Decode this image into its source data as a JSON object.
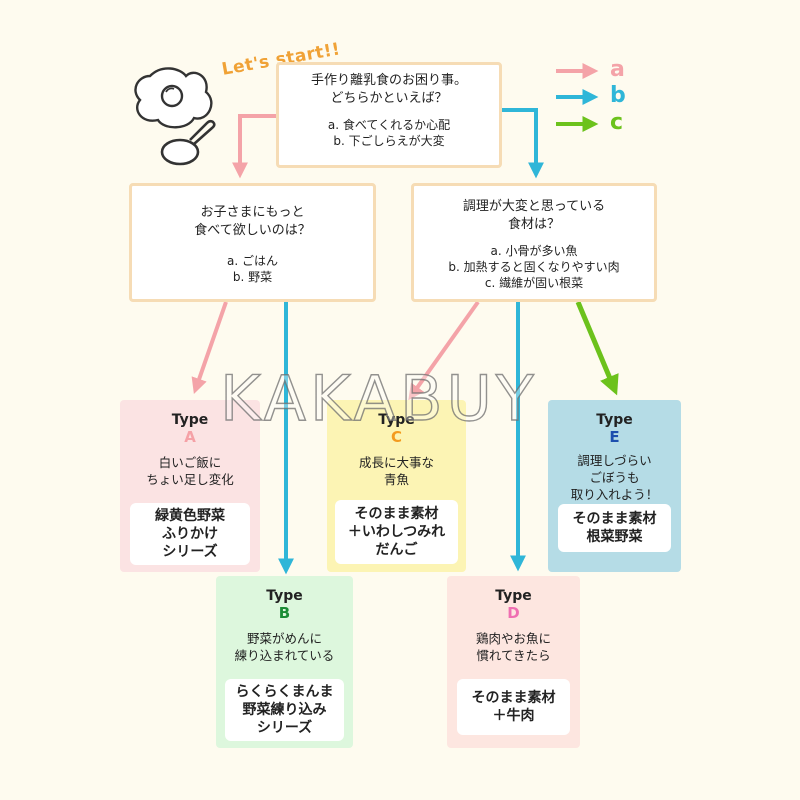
{
  "start_label": "Let's start!!",
  "legend": [
    {
      "letter": "a",
      "color": "#f4a3a8"
    },
    {
      "letter": "b",
      "color": "#2fb6d8"
    },
    {
      "letter": "c",
      "color": "#6cc21c"
    }
  ],
  "q1": {
    "title_lines": [
      "手作り離乳食のお困り事。",
      "どちらかといえば？"
    ],
    "options": [
      "a. 食べてくれるか心配",
      "b. 下ごしらえが大変"
    ]
  },
  "q2": {
    "title_lines": [
      "お子さまにもっと",
      "食べて欲しいのは？"
    ],
    "options": [
      "a. ごはん",
      "b. 野菜"
    ]
  },
  "q3": {
    "title_lines": [
      "調理が大変と思っている",
      "食材は？"
    ],
    "options": [
      "a. 小骨が多い魚",
      "b. 加熱すると固くなりやすい肉",
      "c. 繊維が固い根菜"
    ]
  },
  "type_label": "Type",
  "types": {
    "A": {
      "letter": "A",
      "color": "#f5a1a6",
      "bg": "#fbe3e3",
      "desc": "白いご飯に\nちょい足し変化",
      "rec": "緑黄色野菜\nふりかけ\nシリーズ"
    },
    "B": {
      "letter": "B",
      "color": "#1a8c34",
      "bg": "#ddf7dd",
      "desc": "野菜がめんに\n練り込まれている",
      "rec": "らくらくまんま\n野菜練り込み\nシリーズ"
    },
    "C": {
      "letter": "C",
      "color": "#f39b1f",
      "bg": "#fcf4b4",
      "desc": "成長に大事な\n青魚",
      "rec": "そのまま素材\n＋いわしつみれ\nだんご"
    },
    "D": {
      "letter": "D",
      "color": "#ef6fb2",
      "bg": "#fde6e0",
      "desc": "鶏肉やお魚に\n慣れてきたら",
      "rec": "そのまま素材\n＋牛肉"
    },
    "E": {
      "letter": "E",
      "color": "#1d4fae",
      "bg": "#b5dce6",
      "desc": "調理しづらい\nごぼうも\n取り入れよう！",
      "rec": "そのまま素材\n根菜野菜"
    }
  },
  "watermark": "KAKABUY"
}
